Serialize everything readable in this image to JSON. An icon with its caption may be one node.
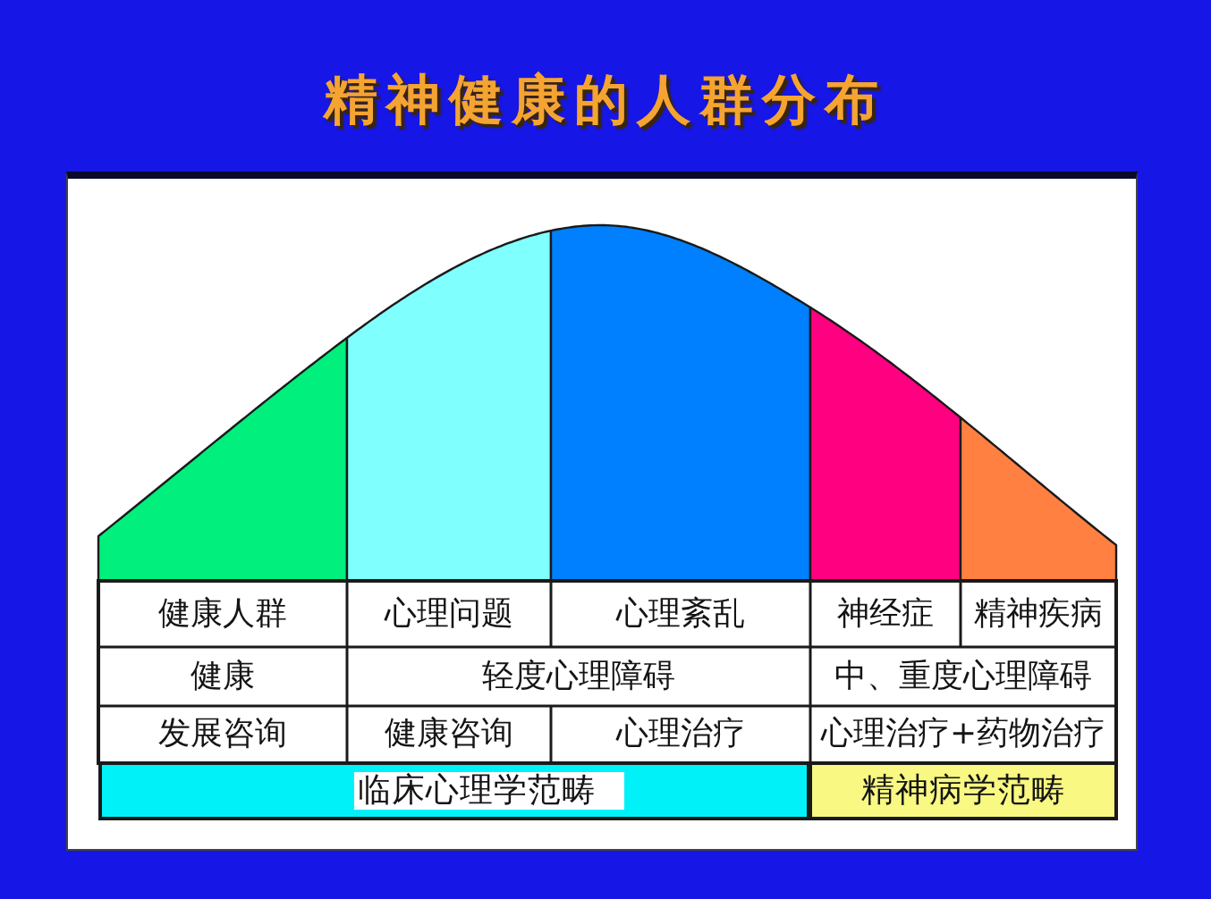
{
  "diagram": {
    "title": "精神健康的人群分布",
    "nodes": [
      {
        "text": [
          "临床心理学范畴"
        ]
      },
      {
        "text": [
          "精神病学范畴"
        ]
      }
    ],
    "labels": [
      "健康人群",
      "心理问题",
      "心理紊乱",
      "神经症",
      "精神疾病",
      "健康",
      "轻度心理障碍",
      "中、重度心理障碍",
      "发展咨询",
      "健康咨询",
      "心理治疗",
      "心理治疗+药物治疗"
    ]
  }
}
